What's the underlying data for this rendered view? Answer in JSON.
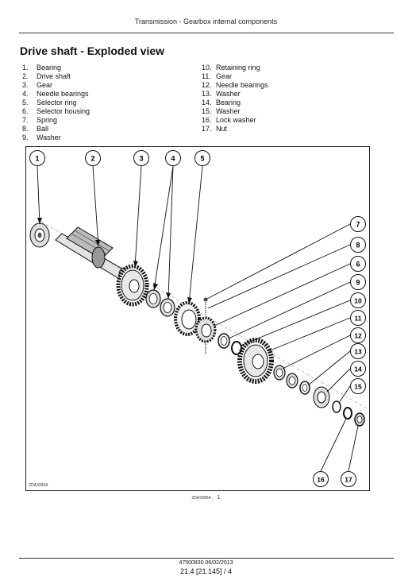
{
  "header": {
    "title": "Transmission - Gearbox internal components"
  },
  "section": {
    "title": "Drive shaft - Exploded view"
  },
  "legend": {
    "col1": [
      {
        "num": "1.",
        "label": "Bearing"
      },
      {
        "num": "2.",
        "label": "Drive shaft"
      },
      {
        "num": "3.",
        "label": "Gear"
      },
      {
        "num": "4.",
        "label": "Needle bearings"
      },
      {
        "num": "5.",
        "label": "Selector ring"
      },
      {
        "num": "6.",
        "label": "Selector housing"
      },
      {
        "num": "7.",
        "label": "Spring"
      },
      {
        "num": "8.",
        "label": "Ball"
      },
      {
        "num": "9.",
        "label": "Washer"
      }
    ],
    "col2": [
      {
        "num": "10.",
        "label": "Retaining ring"
      },
      {
        "num": "11.",
        "label": "Gear"
      },
      {
        "num": "12.",
        "label": "Needle bearings"
      },
      {
        "num": "13.",
        "label": "Washer"
      },
      {
        "num": "14.",
        "label": "Bearing"
      },
      {
        "num": "15.",
        "label": "Washer"
      },
      {
        "num": "16.",
        "label": "Lock washer"
      },
      {
        "num": "17.",
        "label": "Nut"
      }
    ]
  },
  "figure": {
    "callouts": [
      "1",
      "2",
      "3",
      "4",
      "5",
      "6",
      "7",
      "8",
      "9",
      "10",
      "11",
      "12",
      "13",
      "14",
      "15",
      "16",
      "17"
    ],
    "code": "ZDA3395A",
    "caption_code": "ZDA3395A",
    "caption_number": "1"
  },
  "footer": {
    "doc_ref": "47500830 06/02/2013",
    "page_ref": "21.4 [21.145] / 4"
  }
}
